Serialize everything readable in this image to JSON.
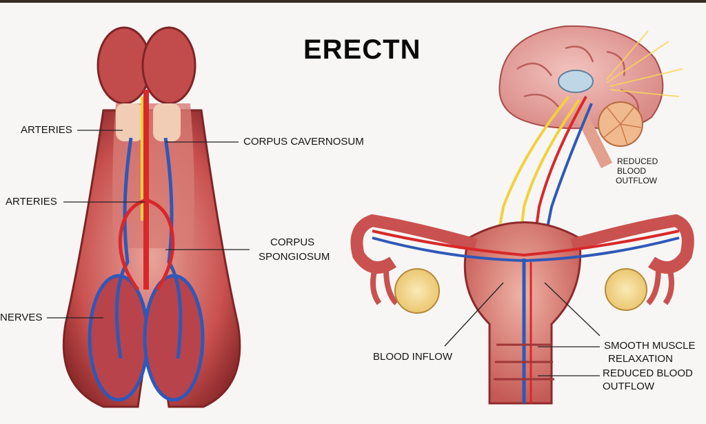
{
  "title": "ERECTN",
  "labels": {
    "arteries_upper": "ARTERIES",
    "arteries_lower": "ARTERIES",
    "nerves": "NERVES",
    "corpus_cavernosum": "CORPUS CAVERNOSUM",
    "corpus_spongiosum_1": "CORPUS",
    "corpus_spongiosum_2": "SPONGIOSUM",
    "reduced_outflow_brain_1": "REDUCED",
    "reduced_outflow_brain_2": "BLOOD",
    "reduced_outflow_brain_3": "OUTFLOW",
    "blood_inflow": "BLOOD INFLOW",
    "smooth_muscle_1": "SMOOTH MUSCLE",
    "smooth_muscle_2": "RELAXATION",
    "reduced_outflow_1": "REDUCED BLOOD",
    "reduced_outflow_2": "OUTFLOW"
  },
  "colors": {
    "tissue": "#c9514f",
    "tissue_dark": "#8e2a2c",
    "tissue_light": "#e9a79b",
    "artery": "#d8282a",
    "vein": "#2f58b8",
    "nerve": "#f2d13a",
    "brain": "#e9a9a4",
    "ovary": "#f4d98e"
  }
}
